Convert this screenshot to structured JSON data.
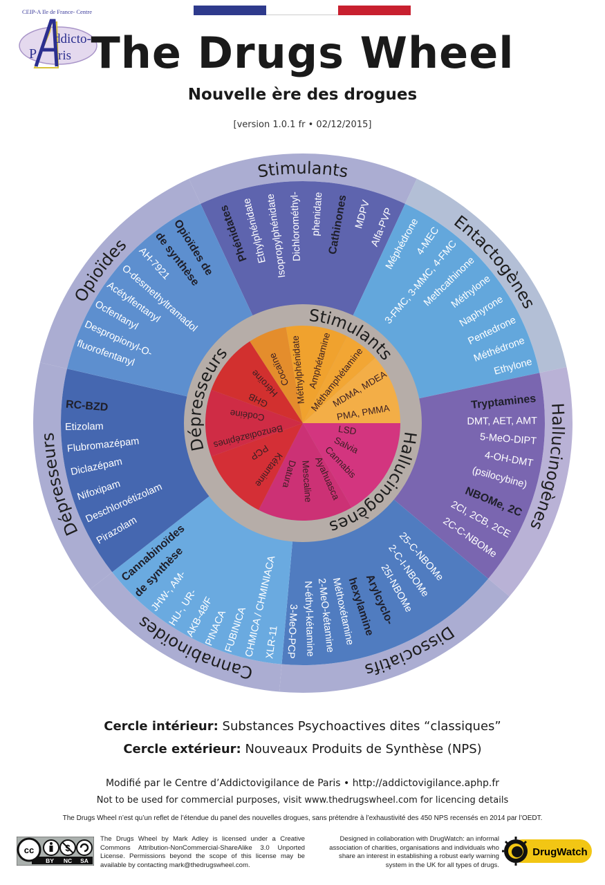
{
  "header": {
    "logo_caption": "CEIP-A   Ile de France- Centre",
    "logo_line1": "ddicto-",
    "logo_line2": "ris",
    "flag_colors": [
      "#2e3a8c",
      "#ffffff",
      "#c8202f"
    ],
    "title": "The Drugs Wheel",
    "subtitle": "Nouvelle ère des drogues",
    "version": "[version 1.0.1 fr • 02/12/2015]"
  },
  "wheel": {
    "outer_labels": [
      "Stimulants",
      "Entactogènes",
      "Hallucinogènes",
      "Dissociatifs",
      "Cannabinoïdes",
      "Dépresseurs",
      "Opioïdes"
    ],
    "segments": [
      {
        "color": "#5e64ae",
        "band_color": "#abadd2",
        "items": [
          {
            "text": "Phénidates",
            "bold": true
          },
          {
            "text": "Ethylphénidate"
          },
          {
            "text": "Isopropylphénidate"
          },
          {
            "text": "Dichlorométhyl-"
          },
          {
            "text": "phenidate"
          },
          {
            "text": "Cathinones",
            "bold": true
          },
          {
            "text": "MDPV"
          },
          {
            "text": "Alfa-PVP"
          }
        ]
      },
      {
        "color": "#63a7dc",
        "band_color": "#b3bfd6",
        "items": [
          {
            "text": "Méphédrone"
          },
          {
            "text": "4-MEC"
          },
          {
            "text": "3-FMC, 3-MMC, 4-FMC"
          },
          {
            "text": "Methcathinone"
          },
          {
            "text": "Méthylone"
          },
          {
            "text": "Naphyrone"
          },
          {
            "text": "Pentedrone"
          },
          {
            "text": "Méthédrone"
          },
          {
            "text": "Ethylone"
          }
        ]
      },
      {
        "color": "#7a66b0",
        "band_color": "#b9b2d6",
        "items": [
          {
            "text": "Tryptamines",
            "bold": true
          },
          {
            "text": "DMT, AET, AMT"
          },
          {
            "text": "5-MeO-DIPT"
          },
          {
            "text": "4-OH-DMT"
          },
          {
            "text": "(psilocybine)"
          },
          {
            "text": "NBOMe, 2C",
            "bold": true
          },
          {
            "text": "2CI, 2CB, 2CE"
          },
          {
            "text": "2C-C-NBOMe"
          }
        ]
      },
      {
        "color": "#507cc0",
        "band_color": "#abadd2",
        "items": [
          {
            "text": "25-C-NBOMe"
          },
          {
            "text": "2-C-I-NBOMe"
          },
          {
            "text": "25I-NBOMe"
          },
          {
            "text": "Arylcyclo-",
            "bold": true
          },
          {
            "text": "hexylamine",
            "bold": true
          },
          {
            "text": "Méthoxétamine"
          },
          {
            "text": "2-MeO-kétamine"
          },
          {
            "text": "N-éthyl-kétamine"
          },
          {
            "text": "3-MeO-PCP"
          }
        ]
      },
      {
        "color": "#6aaae0",
        "band_color": "#abadd2",
        "items": [
          {
            "text": "Cannabinoïdes",
            "bold": true
          },
          {
            "text": "de synthèse",
            "bold": true
          },
          {
            "text": "JHW-, AM-"
          },
          {
            "text": "HU-, UR-"
          },
          {
            "text": "AKB-48/F"
          },
          {
            "text": "PINACA"
          },
          {
            "text": "FUBINICA"
          },
          {
            "text": "CHMICA / CHMINIACA"
          },
          {
            "text": "XLR-11"
          }
        ]
      },
      {
        "color": "#4567b0",
        "band_color": "#abadd2",
        "items": [
          {
            "text": "RC-BZD",
            "bold": true
          },
          {
            "text": "Etizolam"
          },
          {
            "text": "Flubromazépam"
          },
          {
            "text": "Diclazépam"
          },
          {
            "text": "Nifoxipam"
          },
          {
            "text": "Deschloroétizolam"
          },
          {
            "text": "Pirazolam"
          }
        ]
      },
      {
        "color": "#5d8fcf",
        "band_color": "#abadd2",
        "items": [
          {
            "text": "Opioïdes de",
            "bold": true
          },
          {
            "text": "de synthèse",
            "bold": true
          },
          {
            "text": "AH-7921"
          },
          {
            "text": "O-desmethyltramadol"
          },
          {
            "text": "Acétylfentanyl"
          },
          {
            "text": "Ocfentanyl"
          },
          {
            "text": "Despropionyl-O-"
          },
          {
            "text": "fluorofentanyl"
          }
        ]
      }
    ],
    "inner_ring_color": "#b6ada8",
    "inner_labels": [
      "Stimulants",
      "Hallucinogènes",
      "Dépresseurs"
    ],
    "inner_colors": {
      "stimulants": "#f0a22e",
      "hallucinogenes": "#d3357f",
      "depresseurs": "#d42f36"
    },
    "inner_items": [
      "Cocaïne",
      "Méthylphénidate",
      "Amphétamine",
      "Méthamphétamine",
      "MDMA, MDEA",
      "PMA, PMMA",
      "LSD",
      "Salvia",
      "Cannabis",
      "Ayahuasca",
      "Mescaline",
      "Datura",
      "Kétamine",
      "PCP",
      "Benzodiazépines",
      "Codéine",
      "GHB",
      "Héroïne"
    ]
  },
  "legend": {
    "inner_label": "Cercle intérieur:",
    "inner_text": " Substances Psychoactives dites “classiques”",
    "outer_label": "Cercle extérieur:",
    "outer_text": " Nouveaux Produits de Synthèse (NPS)"
  },
  "footer": {
    "modified": "Modifié par le Centre d’Addictovigilance de Paris • http://addictovigilance.aphp.fr",
    "not_commercial": "Not to be used for commercial purposes, visit www.thedrugswheel.com for licencing details",
    "disclaimer": "The Drugs Wheel n’est qu’un reflet de l’étendue du panel des nouvelles drogues, sans prétendre à l’exhaustivité des 450 NPS recensés en 2014 par l’OEDT.",
    "cc_labels": [
      "BY",
      "NC",
      "SA"
    ],
    "license": "The Drugs Wheel by Mark Adley is licensed under a Creative Commons Attribution-NonCommercial-ShareAlike 3.0 Unported License. Permissions beyond the scope of this license may be available by contacting mark@thedrugswheel.com.",
    "designed": "Designed in collaboration with DrugWatch: an informal association of charities, organisations and individuals who share an interest in establishing a robust early warning system in the UK for all types of drugs.",
    "drugwatch": "DrugWatch",
    "drugwatch_color": "#f2c614"
  }
}
